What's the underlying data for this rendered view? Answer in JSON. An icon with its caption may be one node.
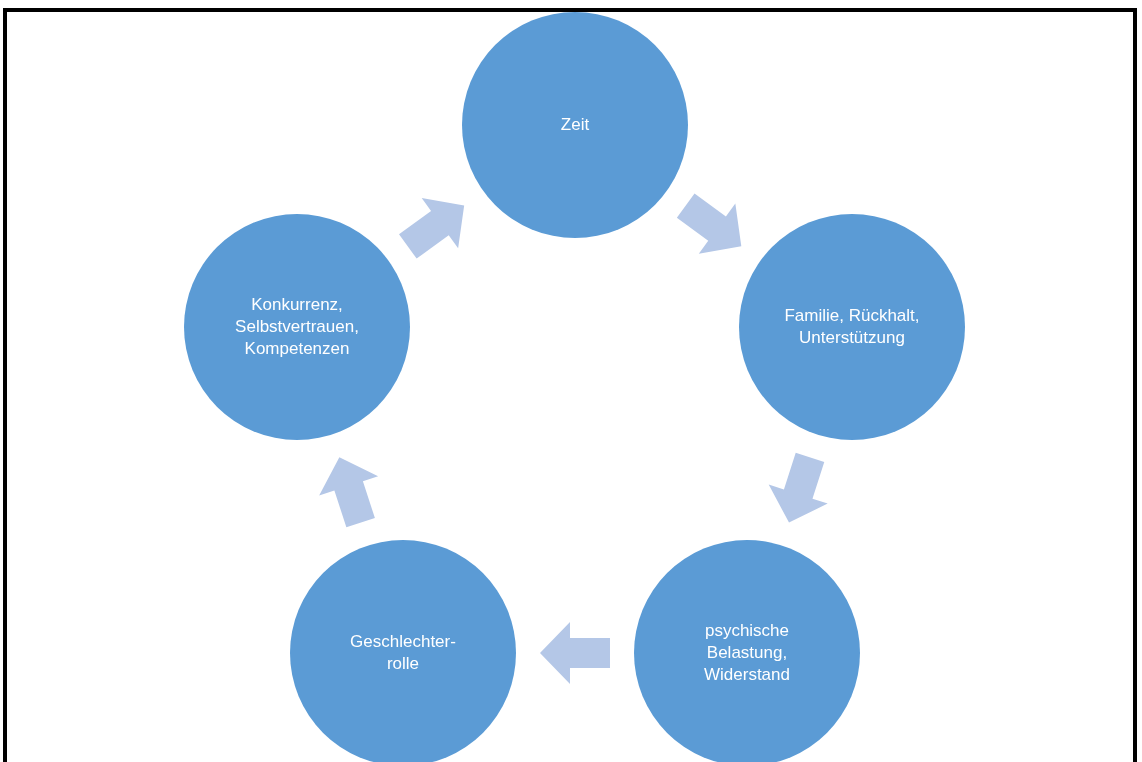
{
  "diagram": {
    "nodes": [
      {
        "text": [
          "Zeit"
        ]
      },
      {
        "text": [
          "Familie, Rückhalt, Unterstützung"
        ]
      },
      {
        "text": [
          "psychische Belastung, Widerstand"
        ]
      },
      {
        "text": [
          "Geschlechter- rolle"
        ]
      },
      {
        "text": [
          "Konkurrenz, Selbstvertrauen, Kompetenzen"
        ]
      }
    ],
    "edges": [
      {
        "from": 0,
        "to": 1,
        "arrow": "to"
      },
      {
        "from": 1,
        "to": 2,
        "arrow": "to"
      },
      {
        "from": 2,
        "to": 3,
        "arrow": "to"
      },
      {
        "from": 3,
        "to": 4,
        "arrow": "to"
      },
      {
        "from": 4,
        "to": 0,
        "arrow": "to"
      }
    ]
  }
}
